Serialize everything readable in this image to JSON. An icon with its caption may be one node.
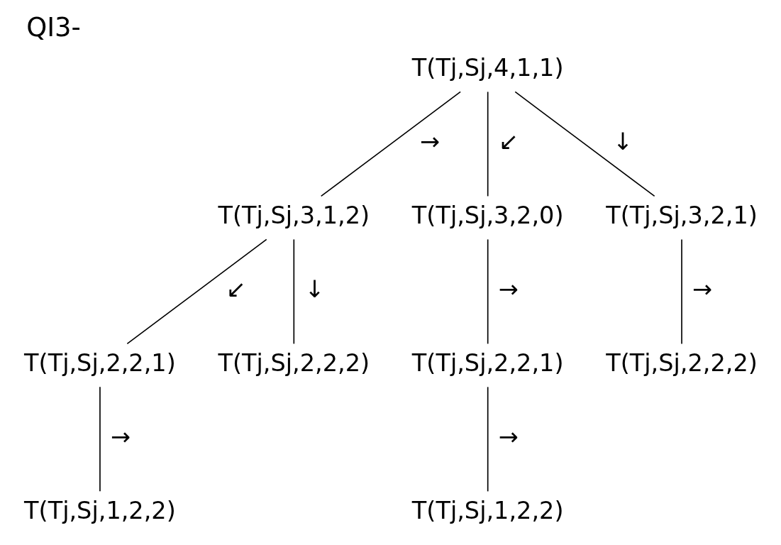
{
  "diagram": {
    "title": "QI3-",
    "nodes": [
      {
        "text": [
          "T(Tj,Sj,4,1,1)"
        ]
      },
      {
        "text": [
          "T(Tj,Sj,3,1,2)"
        ]
      },
      {
        "text": [
          "T(Tj,Sj,3,2,0)"
        ]
      },
      {
        "text": [
          "T(Tj,Sj,3,2,1)"
        ]
      },
      {
        "text": [
          "T(Tj,Sj,2,2,1)"
        ]
      },
      {
        "text": [
          "T(Tj,Sj,2,2,2)"
        ]
      },
      {
        "text": [
          "T(Tj,Sj,2,2,1)"
        ]
      },
      {
        "text": [
          "T(Tj,Sj,2,2,2)"
        ]
      },
      {
        "text": [
          "T(Tj,Sj,1,2,2)"
        ]
      },
      {
        "text": [
          "T(Tj,Sj,1,2,2)"
        ]
      }
    ],
    "edges": [
      {
        "from": 0,
        "to": 1,
        "arrow": "none",
        "label": "→"
      },
      {
        "from": 0,
        "to": 2,
        "arrow": "none",
        "label": "↙"
      },
      {
        "from": 0,
        "to": 3,
        "arrow": "none",
        "label": "↓"
      },
      {
        "from": 1,
        "to": 4,
        "arrow": "none",
        "label": "↙"
      },
      {
        "from": 1,
        "to": 5,
        "arrow": "none",
        "label": "↓"
      },
      {
        "from": 2,
        "to": 6,
        "arrow": "none",
        "label": "→"
      },
      {
        "from": 3,
        "to": 7,
        "arrow": "none",
        "label": "→"
      },
      {
        "from": 4,
        "to": 8,
        "arrow": "none",
        "label": "→"
      },
      {
        "from": 6,
        "to": 9,
        "arrow": "none",
        "label": "→"
      }
    ]
  }
}
